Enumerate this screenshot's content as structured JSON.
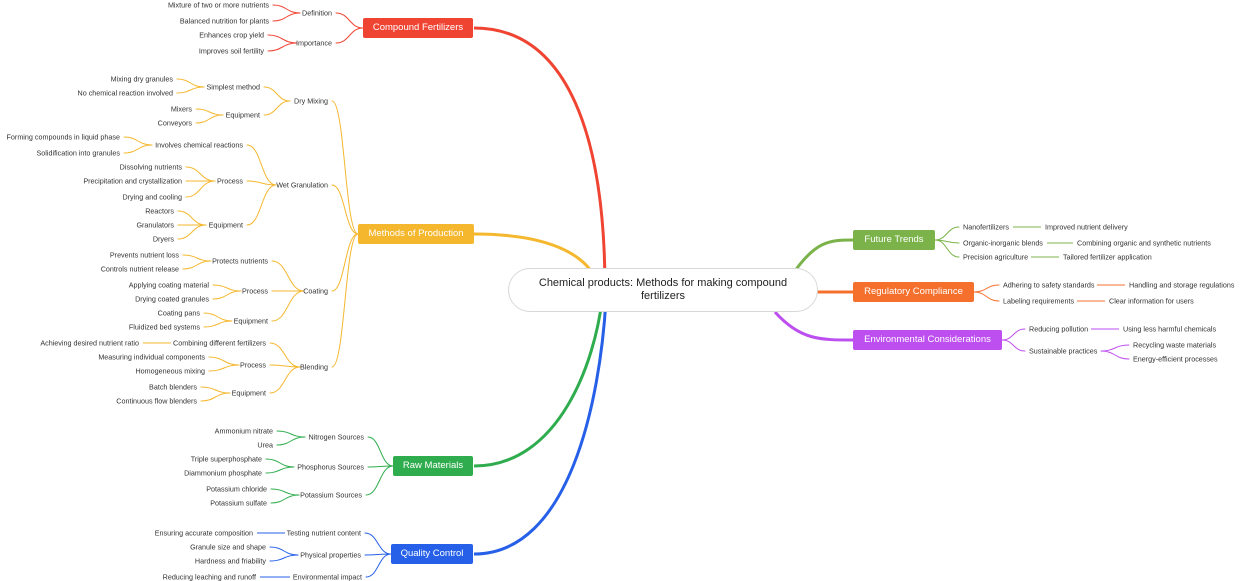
{
  "center": {
    "title": "Chemical products: Methods for making compound fertilizers"
  },
  "branches": {
    "compound": {
      "label": "Compound Fertilizers",
      "color": "#f04433"
    },
    "methods": {
      "label": "Methods of Production",
      "color": "#f5b72e"
    },
    "raw": {
      "label": "Raw Materials",
      "color": "#2fad4e"
    },
    "quality": {
      "label": "Quality Control",
      "color": "#2660e8"
    },
    "future": {
      "label": "Future Trends",
      "color": "#7bb34a"
    },
    "regulatory": {
      "label": "Regulatory Compliance",
      "color": "#f5702d"
    },
    "environmental": {
      "label": "Environmental Considerations",
      "color": "#bd4ef0"
    }
  },
  "compound": {
    "definition": "Definition",
    "def_1": "Mixture of two or more nutrients",
    "def_2": "Balanced nutrition for plants",
    "importance": "Importance",
    "imp_1": "Enhances crop yield",
    "imp_2": "Improves soil fertility"
  },
  "methods": {
    "dry_mixing": "Dry Mixing",
    "dm_simplest": "Simplest method",
    "dm_simplest_1": "Mixing dry granules",
    "dm_simplest_2": "No chemical reaction involved",
    "dm_equipment": "Equipment",
    "dm_eq_1": "Mixers",
    "dm_eq_2": "Conveyors",
    "wet_granulation": "Wet Granulation",
    "wg_involves": "Involves chemical reactions",
    "wg_inv_1": "Forming compounds in liquid phase",
    "wg_inv_2": "Solidification into granules",
    "wg_process": "Process",
    "wg_pr_1": "Dissolving nutrients",
    "wg_pr_2": "Precipitation and crystallization",
    "wg_pr_3": "Drying and cooling",
    "wg_equipment": "Equipment",
    "wg_eq_1": "Reactors",
    "wg_eq_2": "Granulators",
    "wg_eq_3": "Dryers",
    "coating": "Coating",
    "co_protects": "Protects nutrients",
    "co_pro_1": "Prevents nutrient loss",
    "co_pro_2": "Controls nutrient release",
    "co_process": "Process",
    "co_pr_1": "Applying coating material",
    "co_pr_2": "Drying coated granules",
    "co_equipment": "Equipment",
    "co_eq_1": "Coating pans",
    "co_eq_2": "Fluidized bed systems",
    "blending": "Blending",
    "bl_combining": "Combining different fertilizers",
    "bl_comb_1": "Achieving desired nutrient ratio",
    "bl_process": "Process",
    "bl_pr_1": "Measuring individual components",
    "bl_pr_2": "Homogeneous mixing",
    "bl_equipment": "Equipment",
    "bl_eq_1": "Batch blenders",
    "bl_eq_2": "Continuous flow blenders"
  },
  "raw": {
    "nitrogen": "Nitrogen Sources",
    "n_1": "Ammonium nitrate",
    "n_2": "Urea",
    "phosphorus": "Phosphorus Sources",
    "p_1": "Triple superphosphate",
    "p_2": "Diammonium phosphate",
    "potassium": "Potassium Sources",
    "k_1": "Potassium chloride",
    "k_2": "Potassium sulfate"
  },
  "quality": {
    "testing": "Testing nutrient content",
    "testing_1": "Ensuring accurate composition",
    "physical": "Physical properties",
    "ph_1": "Granule size and shape",
    "ph_2": "Hardness and friability",
    "environmental": "Environmental impact",
    "env_1": "Reducing leaching and runoff"
  },
  "future": {
    "nano": "Nanofertilizers",
    "nano_1": "Improved nutrient delivery",
    "organic": "Organic-inorganic blends",
    "organic_1": "Combining organic and synthetic nutrients",
    "precision": "Precision agriculture",
    "precision_1": "Tailored fertilizer application"
  },
  "regulatory": {
    "safety": "Adhering to safety standards",
    "safety_1": "Handling and storage regulations",
    "labeling": "Labeling requirements",
    "labeling_1": "Clear information for users"
  },
  "environmental": {
    "pollution": "Reducing pollution",
    "pollution_1": "Using less harmful chemicals",
    "sustainable": "Sustainable practices",
    "sus_1": "Recycling waste materials",
    "sus_2": "Energy-efficient processes"
  }
}
